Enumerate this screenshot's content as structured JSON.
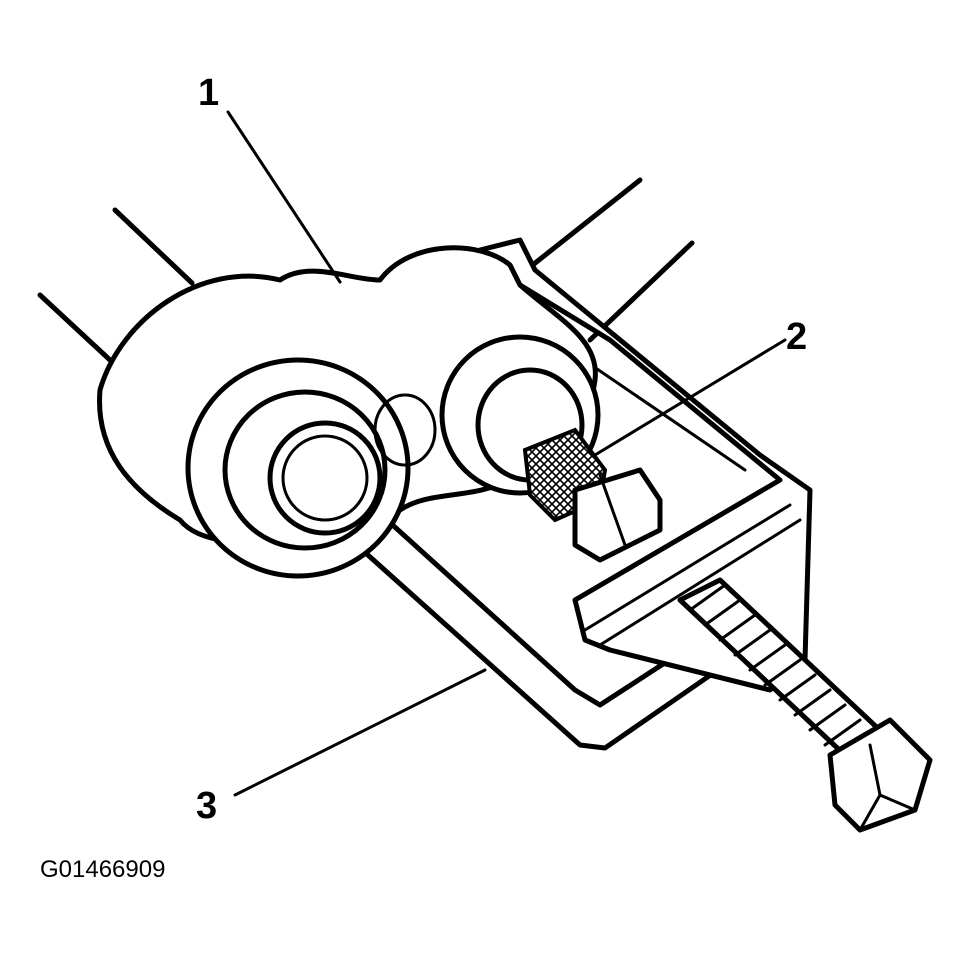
{
  "callouts": [
    {
      "id": "1",
      "label": "1"
    },
    {
      "id": "2",
      "label": "2"
    },
    {
      "id": "3",
      "label": "3"
    }
  ],
  "figure_id": "G01466909"
}
